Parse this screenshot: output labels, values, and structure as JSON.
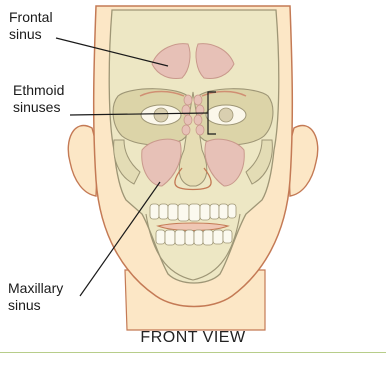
{
  "labels": {
    "frontal": [
      "Frontal",
      "sinus"
    ],
    "ethmoid": [
      "Ethmoid",
      "sinuses"
    ],
    "maxillary": [
      "Maxillary",
      "sinus"
    ]
  },
  "caption": "FRONT VIEW",
  "colors": {
    "skin": "#fce7c6",
    "skin_outline": "#c47a55",
    "bone": "#ede7c4",
    "bone_outline": "#9e9676",
    "sinus": "#e7c1b7",
    "leader_line": "#1a1a1a",
    "rule": "#b7cd8a"
  }
}
